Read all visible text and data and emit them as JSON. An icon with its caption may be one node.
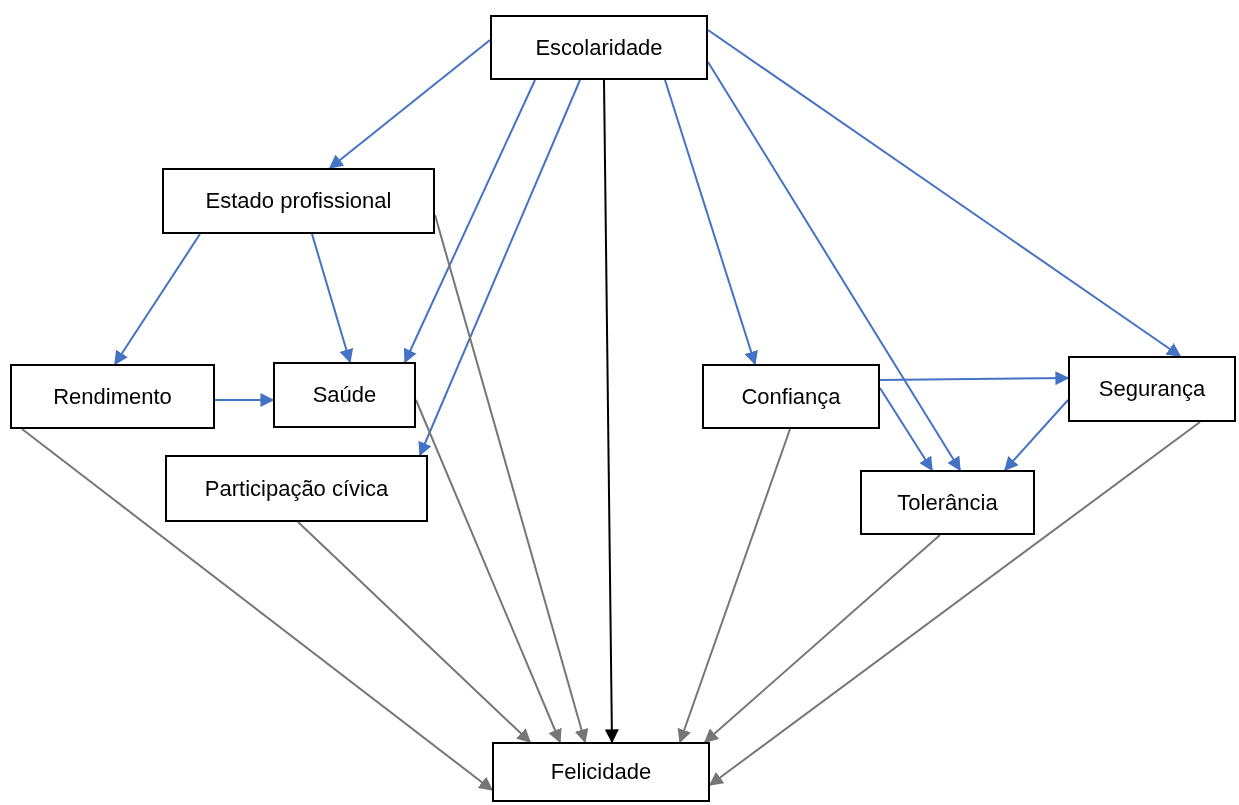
{
  "diagram": {
    "nodes": [
      {
        "text": [
          "Escolaridade"
        ]
      },
      {
        "text": [
          "Estado profissional"
        ]
      },
      {
        "text": [
          "Rendimento"
        ]
      },
      {
        "text": [
          "Saúde"
        ]
      },
      {
        "text": [
          "Participação cívica"
        ]
      },
      {
        "text": [
          "Confiança"
        ]
      },
      {
        "text": [
          "Segurança"
        ]
      },
      {
        "text": [
          "Tolerância"
        ]
      },
      {
        "text": [
          "Felicidade"
        ]
      }
    ],
    "edges": [
      {
        "from": 0,
        "to": 1,
        "arrow": "to"
      },
      {
        "from": 0,
        "to": 3,
        "arrow": "to"
      },
      {
        "from": 0,
        "to": 4,
        "arrow": "to"
      },
      {
        "from": 0,
        "to": 5,
        "arrow": "to"
      },
      {
        "from": 0,
        "to": 7,
        "arrow": "to"
      },
      {
        "from": 0,
        "to": 6,
        "arrow": "to"
      },
      {
        "from": 1,
        "to": 2,
        "arrow": "to"
      },
      {
        "from": 1,
        "to": 3,
        "arrow": "to"
      },
      {
        "from": 2,
        "to": 3,
        "arrow": "to"
      },
      {
        "from": 5,
        "to": 6,
        "arrow": "to"
      },
      {
        "from": 5,
        "to": 7,
        "arrow": "to"
      },
      {
        "from": 6,
        "to": 7,
        "arrow": "to"
      },
      {
        "from": 0,
        "to": 8,
        "arrow": "to",
        "color": "#000000"
      },
      {
        "from": 1,
        "to": 8,
        "arrow": "to",
        "color": "#767676"
      },
      {
        "from": 3,
        "to": 8,
        "arrow": "to",
        "color": "#767676"
      },
      {
        "from": 4,
        "to": 8,
        "arrow": "to",
        "color": "#767676"
      },
      {
        "from": 2,
        "to": 8,
        "arrow": "to",
        "color": "#767676"
      },
      {
        "from": 5,
        "to": 8,
        "arrow": "to",
        "color": "#767676"
      },
      {
        "from": 7,
        "to": 8,
        "arrow": "to",
        "color": "#767676"
      },
      {
        "from": 6,
        "to": 8,
        "arrow": "to",
        "color": "#767676"
      }
    ]
  }
}
